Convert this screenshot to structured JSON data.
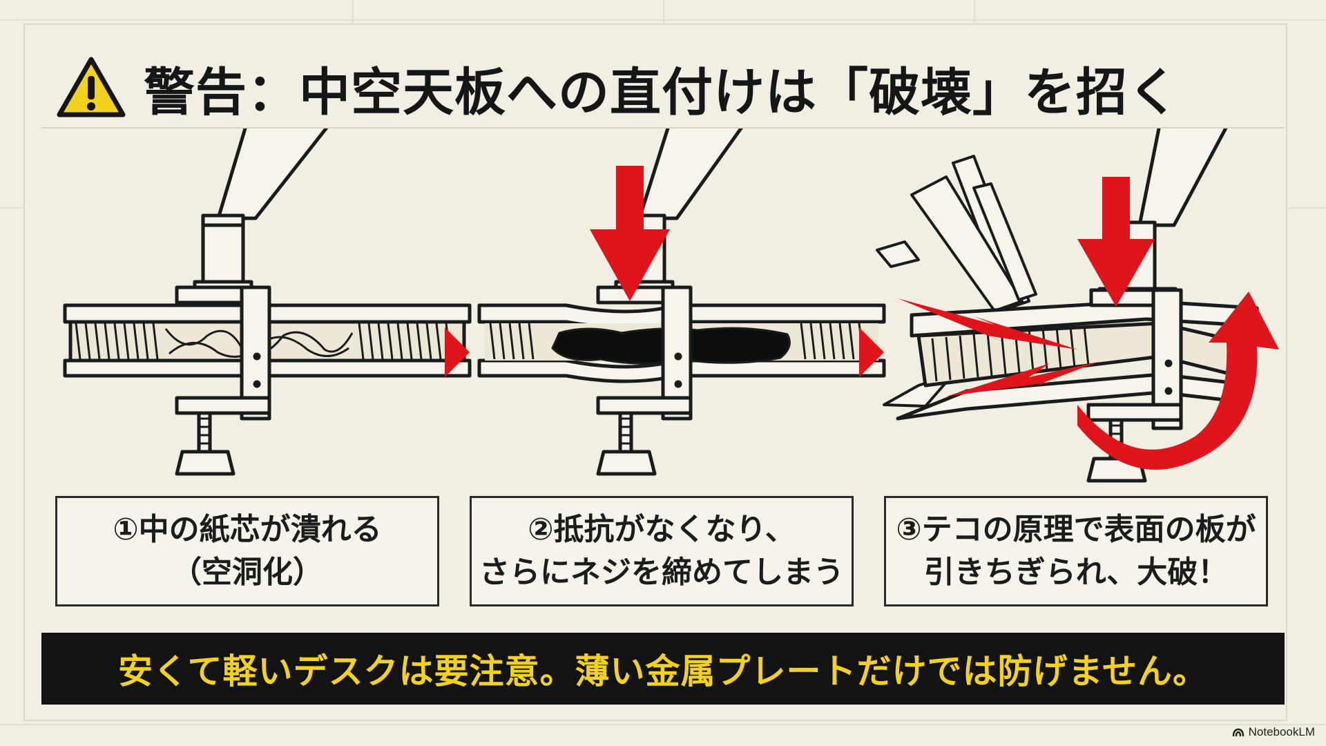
{
  "title": "警告：中空天板への直付けは「破壊」を招く",
  "captions": [
    {
      "line1": "①中の紙芯が潰れる",
      "line2": "（空洞化）"
    },
    {
      "line1": "②抵抗がなくなり、",
      "line2": "さらにネジを締めてしまう"
    },
    {
      "line1": "③テコの原理で表面の板が",
      "line2": "引きちぎられ、大破！"
    }
  ],
  "banner": "安くて軽いデスクは要注意。薄い金属プレートだけでは防げません。",
  "brand": "NotebookLM",
  "colors": {
    "background": "#f1eee3",
    "alert_red": "#e0141b",
    "warning_yellow": "#f2d21c",
    "banner_bg": "#131313"
  },
  "icons": [
    "warning-icon",
    "step-arrow-icon",
    "down-force-arrow-icon",
    "lever-arrow-icon",
    "notebooklm-logo-icon"
  ]
}
